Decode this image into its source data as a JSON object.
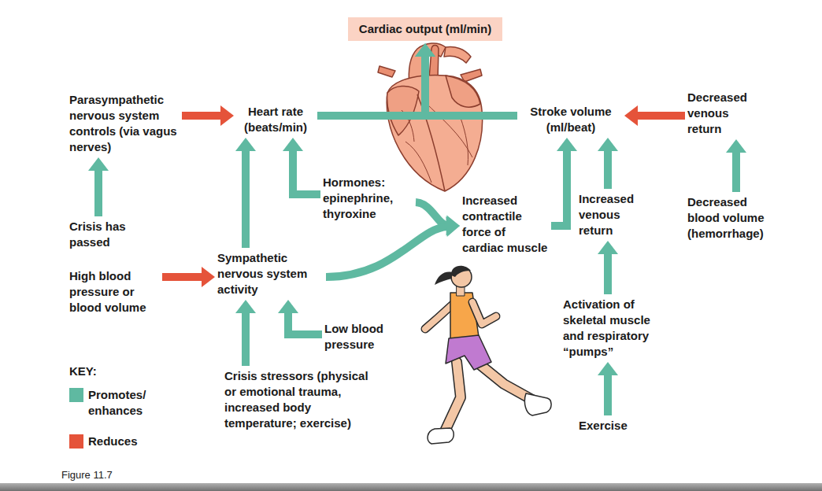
{
  "diagram": {
    "caption": "Figure 11.7",
    "nodes": [
      {
        "text": [
          "Cardiac output (ml/min)"
        ]
      },
      {
        "text": [
          "Parasympathetic nervous system controls (via vagus nerves)"
        ]
      },
      {
        "text": [
          "Heart rate (beats/min)"
        ]
      },
      {
        "text": [
          "Stroke volume (ml/beat)"
        ]
      },
      {
        "text": [
          "Decreased venous return"
        ]
      },
      {
        "text": [
          "Hormones: epinephrine, thyroxine"
        ]
      },
      {
        "text": [
          "Increased contractile force of cardiac muscle"
        ]
      },
      {
        "text": [
          "Increased venous return"
        ]
      },
      {
        "text": [
          "Decreased blood volume (hemorrhage)"
        ]
      },
      {
        "text": [
          "Crisis has passed"
        ]
      },
      {
        "text": [
          "Sympathetic nervous system activity"
        ]
      },
      {
        "text": [
          "High blood pressure or blood volume"
        ]
      },
      {
        "text": [
          "Low blood pressure"
        ]
      },
      {
        "text": [
          "Activation of skeletal muscle and respiratory “pumps”"
        ]
      },
      {
        "text": [
          "Crisis stressors (physical or emotional trauma, increased body temperature; exercise)"
        ]
      },
      {
        "text": [
          "Exercise"
        ]
      }
    ],
    "edges": [
      {
        "from": 1,
        "to": 2,
        "arrow": "to"
      },
      {
        "from": 9,
        "to": 1,
        "arrow": "to"
      },
      {
        "from": 11,
        "to": 10,
        "arrow": "to"
      },
      {
        "from": 10,
        "to": 2,
        "arrow": "to"
      },
      {
        "from": 14,
        "to": 10,
        "arrow": "to"
      },
      {
        "from": 12,
        "to": 10,
        "arrow": "to"
      },
      {
        "from": 5,
        "to": 2,
        "arrow": "to"
      },
      {
        "from": 5,
        "to": 6,
        "arrow": "to"
      },
      {
        "from": 10,
        "to": 6,
        "arrow": "to"
      },
      {
        "from": 6,
        "to": 3,
        "arrow": "to"
      },
      {
        "from": 7,
        "to": 3,
        "arrow": "to"
      },
      {
        "from": 4,
        "to": 3,
        "arrow": "to"
      },
      {
        "from": 8,
        "to": 4,
        "arrow": "to"
      },
      {
        "from": 13,
        "to": 7,
        "arrow": "to"
      },
      {
        "from": 15,
        "to": 13,
        "arrow": "to"
      },
      {
        "from": 2,
        "to": 0,
        "arrow": "to"
      },
      {
        "from": 3,
        "to": 0,
        "arrow": "to"
      }
    ],
    "labels": [
      "KEY:"
    ],
    "legend": [
      {
        "text": "Promotes/ enhances",
        "color": "#5fb9a1"
      },
      {
        "text": "Reduces",
        "color": "#e5533a"
      }
    ]
  }
}
